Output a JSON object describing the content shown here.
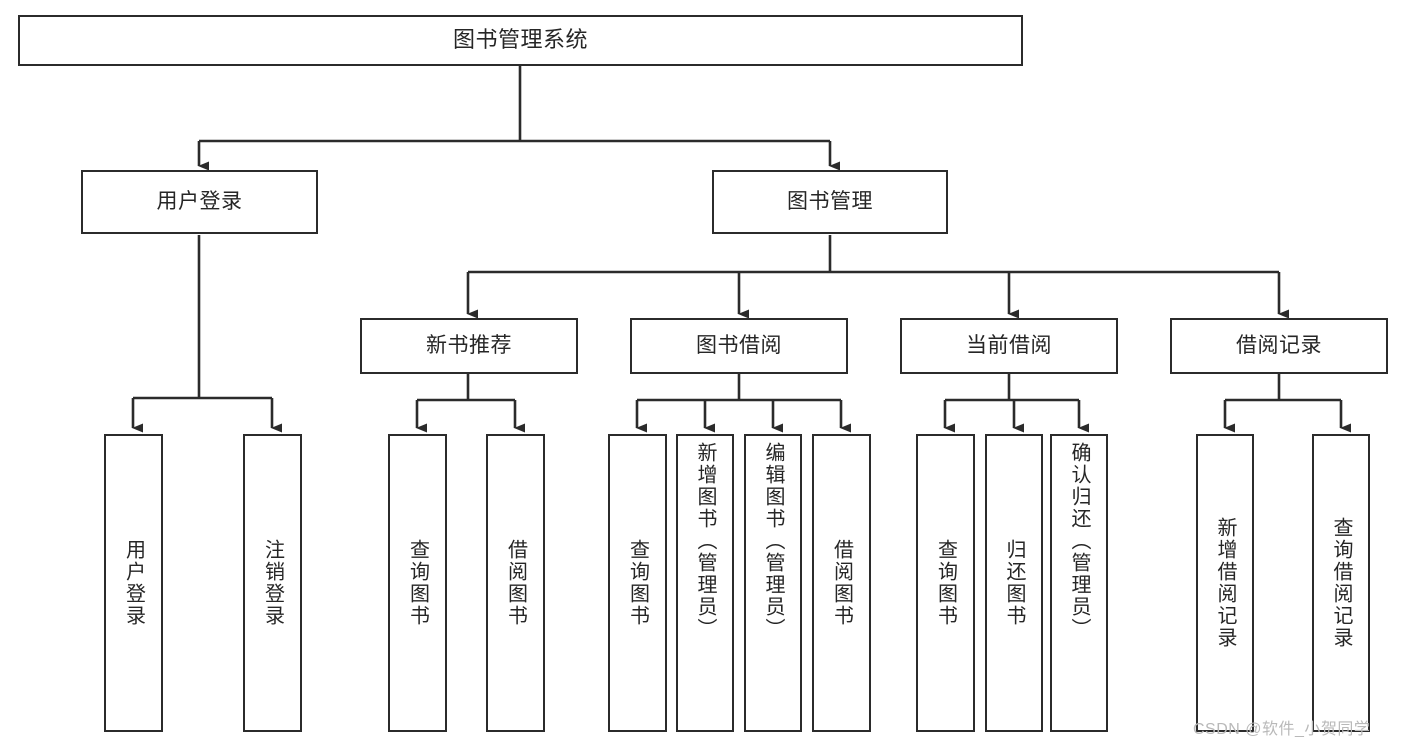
{
  "diagram": {
    "title": "图书管理系统",
    "type": "functional-structure-tree",
    "stroke_color": "#2b2b2b",
    "text_color": "#262626",
    "background_color": "#ffffff",
    "watermark": "CSDN @软件_小贺同学"
  },
  "nodes": {
    "root": {
      "label": "图书管理系统"
    },
    "level2": [
      {
        "label": "用户登录"
      },
      {
        "label": "图书管理"
      }
    ],
    "level3": [
      {
        "label": "新书推荐"
      },
      {
        "label": "图书借阅"
      },
      {
        "label": "当前借阅"
      },
      {
        "label": "借阅记录"
      }
    ],
    "leaves": {
      "user_login": [
        {
          "label": "用户登录"
        },
        {
          "label": "注销登录"
        }
      ],
      "new_book_recommend": [
        {
          "label": "查询图书"
        },
        {
          "label": "借阅图书"
        }
      ],
      "book_borrow": [
        {
          "label": "查询图书"
        },
        {
          "label": "新增图书（管理员）"
        },
        {
          "label": "编辑图书（管理员）"
        },
        {
          "label": "借阅图书"
        }
      ],
      "current_borrow": [
        {
          "label": "查询图书"
        },
        {
          "label": "归还图书"
        },
        {
          "label": "确认归还（管理员）"
        }
      ],
      "borrow_record": [
        {
          "label": "新增借阅记录"
        },
        {
          "label": "查询借阅记录"
        }
      ]
    }
  }
}
